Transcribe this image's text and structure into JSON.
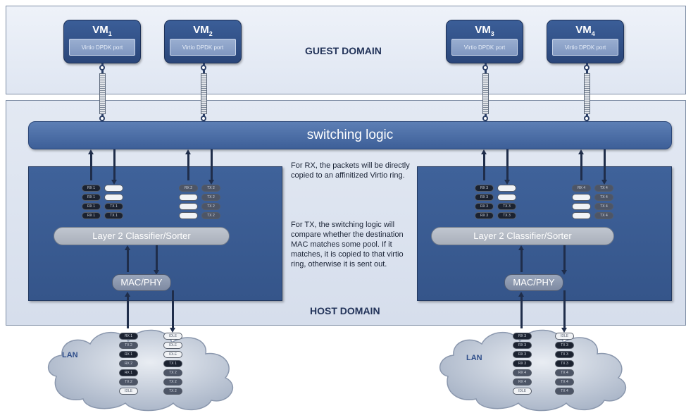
{
  "guest_domain": {
    "label": "GUEST DOMAIN",
    "vms": [
      {
        "name": "VM",
        "sub": "1",
        "port_label": "Virtio DPDK port"
      },
      {
        "name": "VM",
        "sub": "2",
        "port_label": "Virtio DPDK port"
      },
      {
        "name": "VM",
        "sub": "3",
        "port_label": "Virtio DPDK port"
      },
      {
        "name": "VM",
        "sub": "4",
        "port_label": "Virtio DPDK port"
      }
    ]
  },
  "switching_logic": {
    "label": "switching logic"
  },
  "host_domain": {
    "label": "HOST DOMAIN"
  },
  "note": {
    "rx": "For RX, the packets will be directly copied to an affinitized Virtio ring.",
    "tx": "For TX, the switching logic will compare whether the destination MAC matches some pool. If it matches, it is copied to that virtio ring, otherwise it is sent out."
  },
  "ports": [
    {
      "classifier": "Layer 2 Classifier/Sorter",
      "macphy": "MAC/PHY",
      "queue_groups": [
        {
          "rx": [
            "RX 1",
            "RX 1",
            "RX 1",
            "RX 1"
          ],
          "tx": [
            "",
            "",
            "TX 1",
            "TX 1"
          ]
        },
        {
          "rx": [
            "RX 2",
            "",
            "",
            ""
          ],
          "tx": [
            "TX 2",
            "TX 2",
            "TX 2",
            "TX 2"
          ]
        }
      ]
    },
    {
      "classifier": "Layer 2 Classifier/Sorter",
      "macphy": "MAC/PHY",
      "queue_groups": [
        {
          "rx": [
            "RX 3",
            "RX 3",
            "RX 3",
            "RX 3"
          ],
          "tx": [
            "",
            "",
            "TX 3",
            "TX 3"
          ]
        },
        {
          "rx": [
            "RX 4",
            "",
            "",
            ""
          ],
          "tx": [
            "TX 4",
            "TX 4",
            "TX 4",
            "TX 4"
          ]
        }
      ]
    }
  ],
  "lans": [
    {
      "label": "LAN",
      "rx_queue": [
        "RX 1",
        "TX 2",
        "RX 1",
        "RX 2",
        "RX 1",
        "TX 2",
        "IDLE"
      ],
      "tx_queue": [
        "IDLE",
        "IDLE",
        "IDLE",
        "TX 1",
        "TX 2",
        "TX 2",
        "TX 2"
      ]
    },
    {
      "label": "LAN",
      "rx_queue": [
        "RX 3",
        "RX 3",
        "RX 3",
        "RX 3",
        "RX 4",
        "RX 4",
        "IDLE"
      ],
      "tx_queue": [
        "IDLE",
        "TX 3",
        "TX 3",
        "TX 3",
        "TX 4",
        "TX 4",
        "TX 4"
      ]
    }
  ],
  "colors": {
    "panel": "#3f629a",
    "switch": "#4d70a8",
    "guest_bg": "#e6ecf6",
    "host_bg": "#dce3ef"
  }
}
